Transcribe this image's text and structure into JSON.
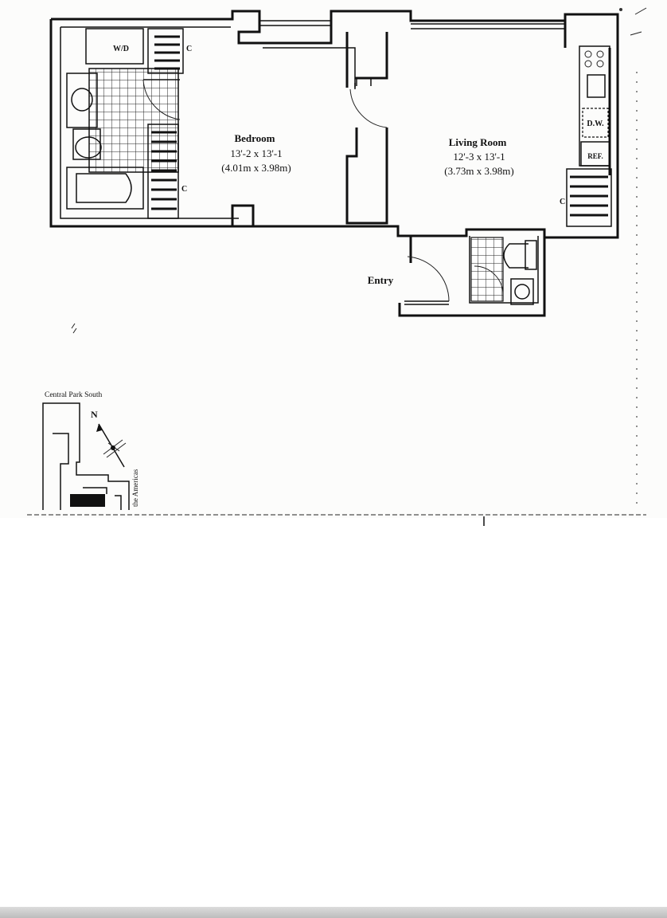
{
  "floorplan": {
    "rooms": {
      "bedroom": {
        "name": "Bedroom",
        "dims_ft": "13'-2 x 13'-1",
        "dims_m": "(4.01m x 3.98m)"
      },
      "living_room": {
        "name": "Living Room",
        "dims_ft": "12'-3 x 13'-1",
        "dims_m": "(3.73m x 3.98m)"
      },
      "entry": {
        "name": "Entry"
      }
    },
    "fixtures": {
      "washer_dryer": "W/D",
      "dishwasher": "D.W.",
      "refrigerator": "REF.",
      "closet_marker": "C"
    }
  },
  "site_map": {
    "street_top": "Central Park South",
    "street_side": "the Americas",
    "north": "N"
  }
}
